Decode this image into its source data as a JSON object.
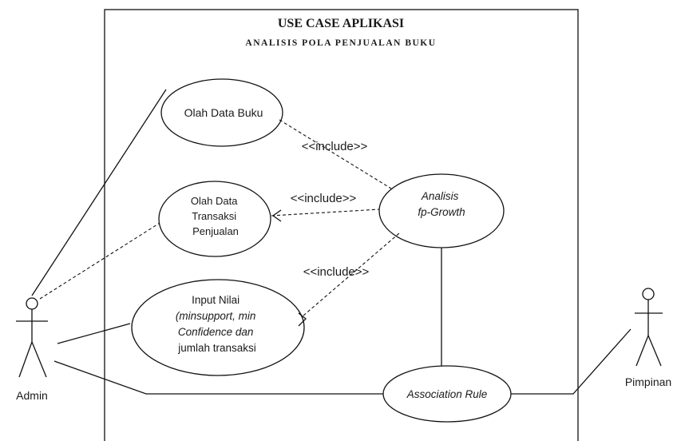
{
  "title": "USE CASE APLIKASI",
  "subtitle": "ANALISIS POLA PENJUALAN BUKU",
  "actors": {
    "admin": "Admin",
    "pimpinan": "Pimpinan"
  },
  "use_cases": {
    "olah_data_buku": "Olah Data Buku",
    "olah_data_transaksi": [
      "Olah Data",
      "Transaksi",
      "Penjualan"
    ],
    "input_nilai": [
      "Input Nilai",
      "(minsupport, min",
      "Confidence dan",
      "jumlah transaksi"
    ],
    "analisis_fp_growth": [
      "Analisis",
      "fp-Growth"
    ],
    "association_rule": "Association Rule"
  },
  "includes": {
    "top": "<<include>>",
    "middle": "<<include>>",
    "bottom": "<<include>>"
  }
}
